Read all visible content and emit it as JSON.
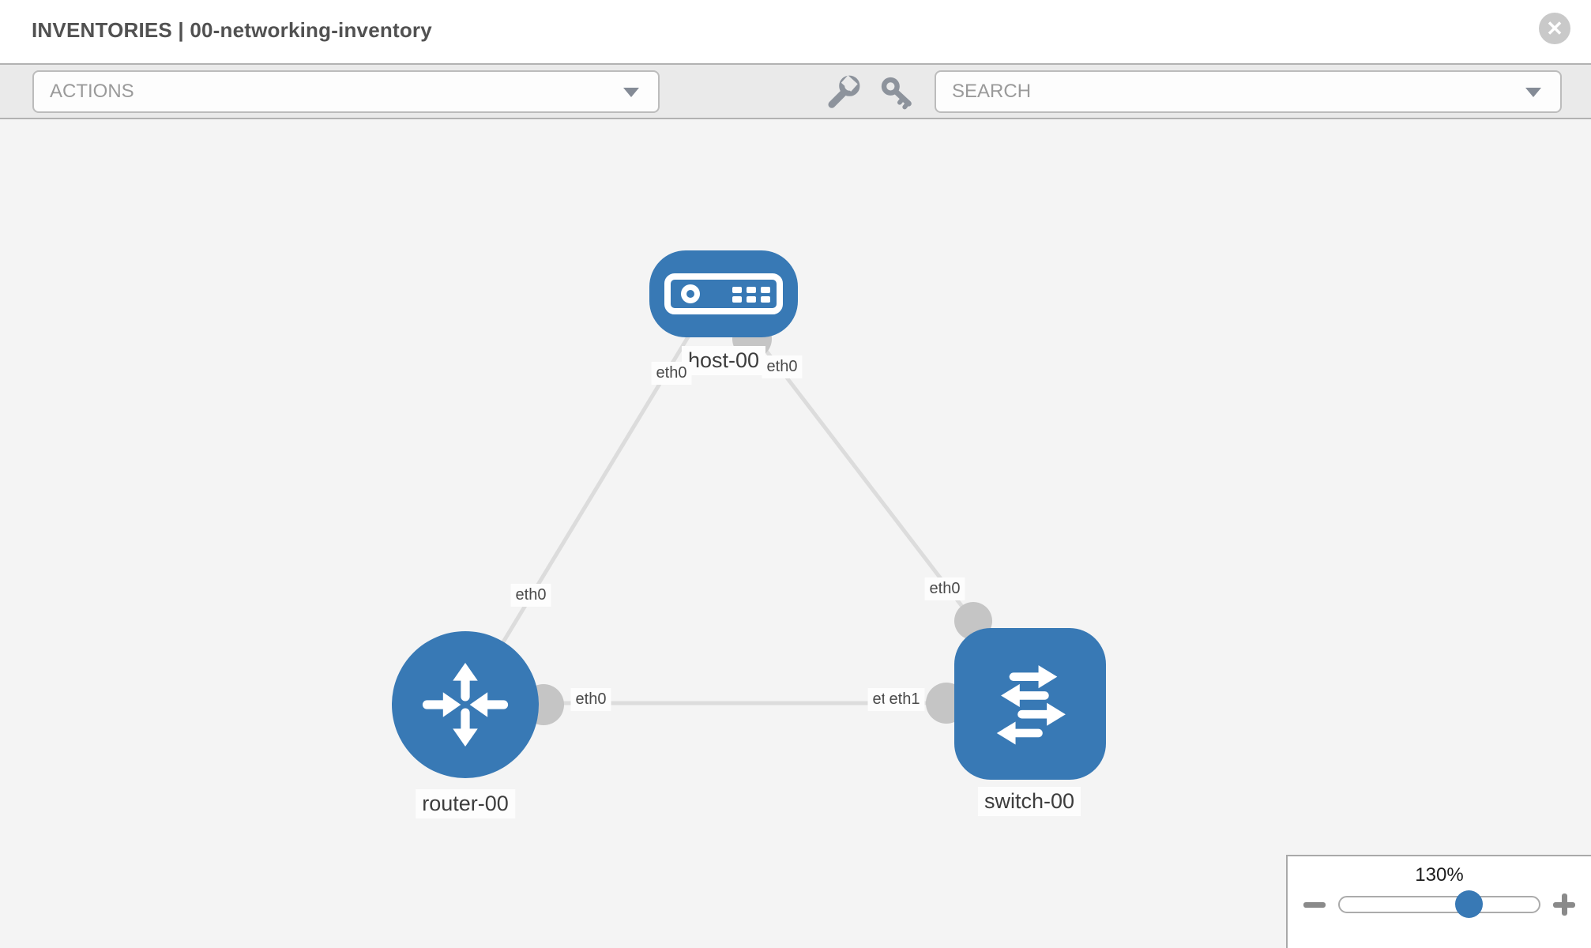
{
  "header": {
    "breadcrumb": "INVENTORIES",
    "separator": "|",
    "inventory_name": "00-networking-inventory",
    "close_glyph": "✕"
  },
  "toolbar": {
    "actions_label": "ACTIONS",
    "search_label": "SEARCH",
    "icons": [
      "wrench-icon",
      "key-icon"
    ]
  },
  "topology": {
    "nodes": [
      {
        "label": "host-00",
        "type": "host"
      },
      {
        "label": "router-00",
        "type": "router"
      },
      {
        "label": "switch-00",
        "type": "switch"
      }
    ],
    "links": [
      {
        "from": "host-00",
        "from_iface": "eth0",
        "to": "router-00",
        "to_iface": "eth0"
      },
      {
        "from": "host-00",
        "from_iface": "eth0",
        "to": "switch-00",
        "to_iface": "eth0"
      },
      {
        "from": "router-00",
        "from_iface": "eth0",
        "to": "switch-00",
        "to_iface": "eth1",
        "overlapped_iface": "eth0"
      }
    ]
  },
  "zoom_control": {
    "level_label": "130%",
    "percent": 130
  },
  "colors": {
    "node_blue": "#3879b5",
    "link_gray": "#dcdcdc",
    "connector_gray": "#c5c5c5",
    "toolbar_bg": "#eaeaea",
    "canvas_bg": "#f4f4f4",
    "chip_bg": "#fdfdfd"
  }
}
